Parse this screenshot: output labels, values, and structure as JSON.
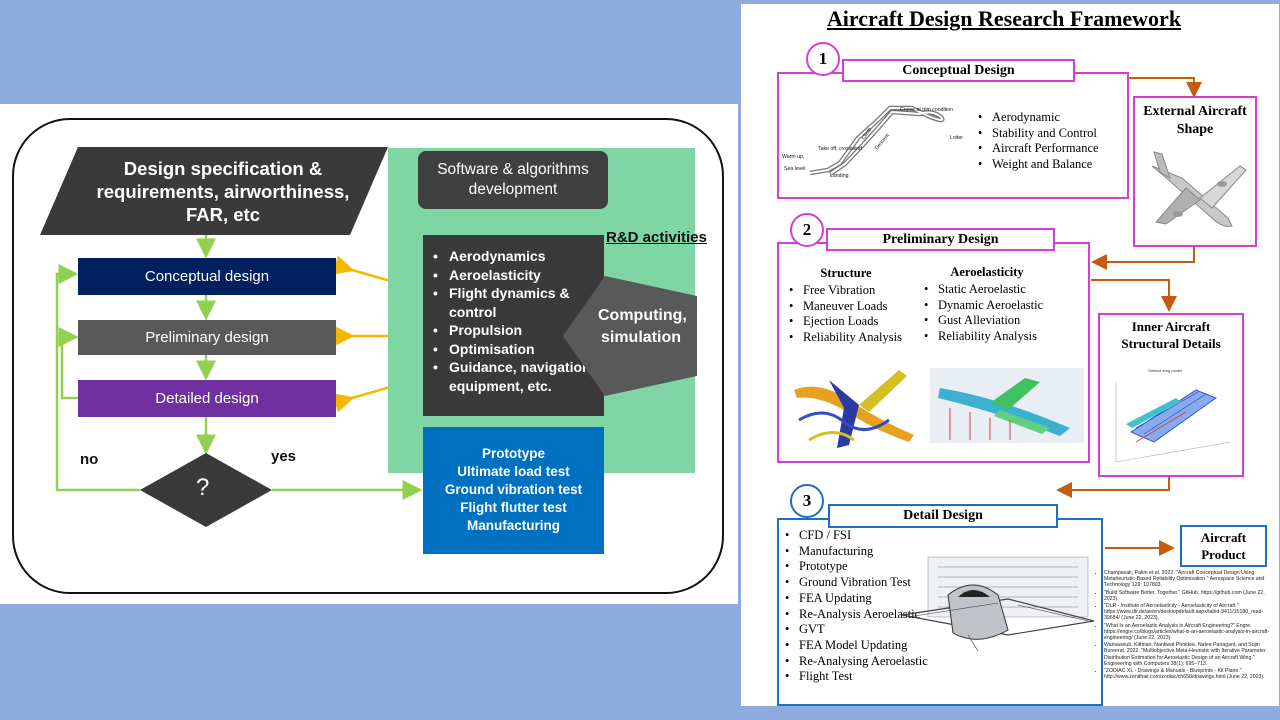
{
  "left": {
    "spec_text": "Design specification & requirements, airworthiness, FAR, etc",
    "conceptual": "Conceptual design",
    "preliminary": "Preliminary design",
    "detailed": "Detailed design",
    "software": "Software & algorithms development",
    "rd_label": "R&D activities",
    "activities": [
      "Aerodynamics",
      "Aeroelasticity",
      "Flight dynamics & control",
      "Propulsion",
      "Optimisation",
      "Guidance, navigation, equipment, etc."
    ],
    "computing": "Computing, simulation",
    "decision": "?",
    "no": "no",
    "yes": "yes",
    "prototype_items": [
      "Prototype",
      "Ultimate load test",
      "Ground vibration test",
      "Flight flutter test",
      "Manufacturing"
    ]
  },
  "right": {
    "title": "Aircraft Design Research Framework",
    "stage1": {
      "number": "1",
      "title": "Conceptual Design",
      "bullets": [
        "Aerodynamic",
        "Stability and Control",
        "Aircraft Performance",
        "Weight and Balance"
      ],
      "mission_labels": [
        "Cruise at trim condition",
        "Loiter",
        "Climb",
        "Descent",
        "Take off, crosswind",
        "Warm up,",
        "Sea level",
        "Landing"
      ]
    },
    "external": "External Aircraft Shape",
    "stage2": {
      "number": "2",
      "title": "Preliminary Design",
      "structure_title": "Structure",
      "structure_items": [
        "Free Vibration",
        "Maneuver Loads",
        "Ejection Loads",
        "Reliability Analysis"
      ],
      "aero_title": "Aeroelasticity",
      "aero_items": [
        "Static Aeroelastic",
        "Dynamic Aeroelastic",
        "Gust Alleviation",
        "Reliability Analysis"
      ]
    },
    "inner": "Inner Aircraft Structural Details",
    "inner_chart_label": "Geland wing model",
    "stage3": {
      "number": "3",
      "title": "Detail Design",
      "items": [
        "CFD / FSI",
        "Manufacturing",
        "Prototype",
        "Ground Vibration Test",
        "FEA Updating",
        "Re-Analysis Aeroelastic",
        "GVT",
        "FEA Model Updating",
        "Re-Analysing Aeroelastic",
        "Flight Test"
      ]
    },
    "product": "Aircraft Product",
    "references": [
      "Champasak, Pakin et al. 2022. \"Aircraft Conceptual Design Using Metaheuristic-Based Reliability Optimisation.\" Aerospace Science and Technology 129: 107803.",
      "\"Build Software Better, Together.\" GitHub. https://github.com (June 22, 2023).",
      "\"DLR - Institute of Aeroelasticity - Aeroelasticity of Aircraft.\" https://www.dlr.de/ae/en/desktopdefault.aspx/tabid-9411/16180_read-39684/ (June 22, 2023).",
      "\"What Is an Aeroelastic Analysis in Aircraft Engineering?\" Engre. https://engre.co/blogs/articles/what-is-an-aeroelastic-analysis-in-aircraft-engineering/ (June 22, 2023).",
      "Wansaseub, Kittinan, Nantiwat Pholdee, Natee Panagant, and Sujin Bureerat. 2022. \"Multiobjective Meta-Heuristic with Iterative Parameter Distribution Estimation for Aeroelastic Design of an Aircraft Wing.\" Engineering with Computers 38(1): 695–713.",
      "\"ZODIAC XL - Drawings & Manuals - Blueprints - Kit Plane.\" http://www.zenithair.com/zodiac/ch650/drawings.html (June 22, 2023)."
    ]
  },
  "colors": {
    "dark_blue": "#002060",
    "grey": "#595959",
    "purple": "#7030a0",
    "green_bg": "#7fd6a4",
    "blue": "#0070c0",
    "magenta": "#d63dd6",
    "arrow_orange": "#c55a11",
    "arrow_yellow": "#f5b800",
    "arrow_green": "#92d050"
  }
}
